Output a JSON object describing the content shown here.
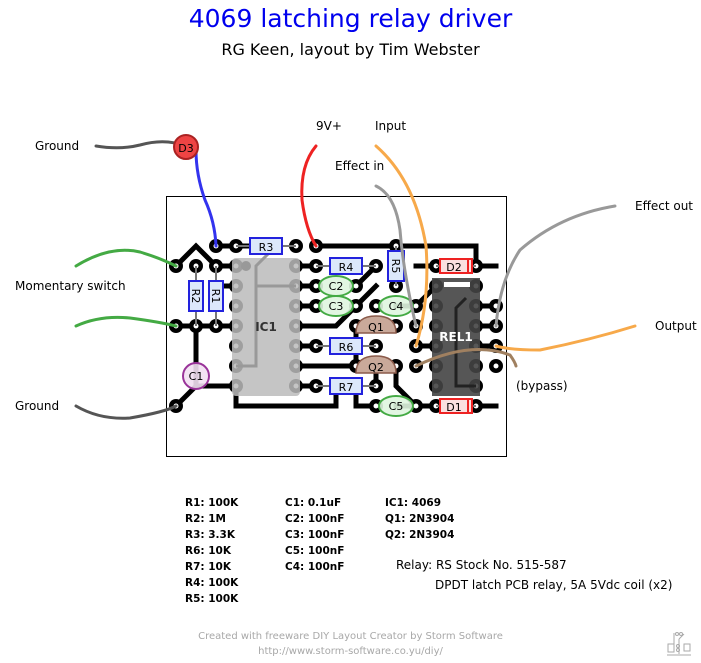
{
  "header": {
    "title": "4069 latching relay driver",
    "subtitle": "RG Keen, layout by Tim Webster"
  },
  "wire_labels": {
    "ground_top": "Ground",
    "momentary_switch": "Momentary switch",
    "ground_bottom": "Ground",
    "v9": "9V+",
    "input": "Input",
    "effect_in": "Effect in",
    "effect_out": "Effect out",
    "output": "Output",
    "bypass": "(bypass)"
  },
  "components": {
    "ic1": "IC1",
    "rel1": "REL1",
    "r1": "R1",
    "r2": "R2",
    "r3": "R3",
    "r4": "R4",
    "r5": "R5",
    "r6": "R6",
    "r7": "R7",
    "c1": "C1",
    "c2": "C2",
    "c3": "C3",
    "c4": "C4",
    "c5": "C5",
    "q1": "Q1",
    "q2": "Q2",
    "d1": "D1",
    "d2": "D2",
    "d3": "D3"
  },
  "colors": {
    "title": "#0000ee",
    "wire_blue": "#3333ee",
    "wire_red": "#ee2222",
    "wire_orange": "#f7a94a",
    "wire_gray": "#999999",
    "wire_green": "#44aa44",
    "wire_brown": "#a08060",
    "resistor_fill": "#dce8fb",
    "resistor_border": "#2222dd",
    "cap_fill": "#dff5df",
    "cap_border": "#44aa44",
    "diode_border": "#ee2222",
    "led": "#ee4444",
    "transistor": "#c9a99a",
    "relay_body": "#555555",
    "ic_body": "#bbbbbb"
  },
  "bom": {
    "resistors": [
      "R1: 100K",
      "R2: 1M",
      "R3: 3.3K",
      "R6: 10K",
      "R7: 10K",
      "R4: 100K",
      "R5: 100K"
    ],
    "capacitors": [
      "C1: 0.1uF",
      "C2: 100nF",
      "C3: 100nF",
      "C5: 100nF",
      "C4: 100nF"
    ],
    "semis": [
      "IC1: 4069",
      "Q1: 2N3904",
      "Q2: 2N3904"
    ],
    "relay_line1": "Relay: RS Stock No. 515-587",
    "relay_line2": "DPDT latch PCB relay, 5A 5Vdc coil (x2)"
  },
  "footer": {
    "credit": "Created with freeware DIY Layout Creator by Storm Software",
    "url": "http://www.storm-software.co.yu/diy/",
    "logo_icon": "diy-logo-icon"
  }
}
